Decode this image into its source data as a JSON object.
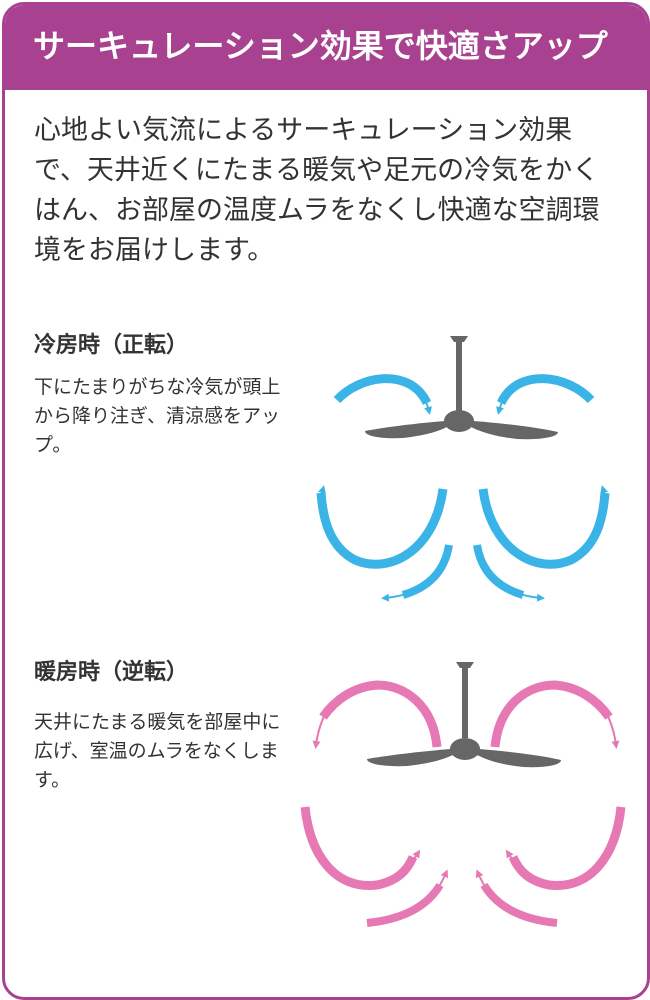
{
  "header": {
    "title": "サーキュレーション効果で快適さアップ"
  },
  "intro": {
    "text": "心地よい気流によるサーキュレーション効果で、天井近くにたまる暖気や足元の冷気をかくはん、お部屋の温度ムラをなくし快適な空調環境をお届けします。"
  },
  "sections": [
    {
      "heading": "冷房時（正転）",
      "description": "下にたまりがちな冷気が頭上から降り注ぎ、清涼感をアップ。",
      "arrow_color": "#3ab4e6"
    },
    {
      "heading": "暖房時（逆転）",
      "description": "天井にたまる暖気を部屋中に広げ、室温のムラをなくします。",
      "arrow_color": "#e678b4"
    }
  ],
  "colors": {
    "accent": "#a8418f",
    "fan": "#666666",
    "text": "#333333"
  }
}
